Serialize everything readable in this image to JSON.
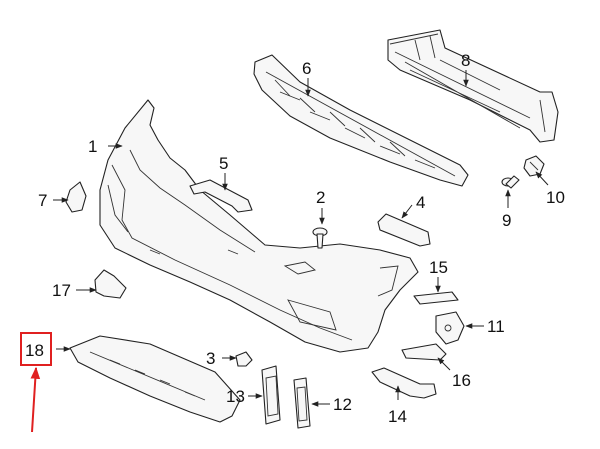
{
  "callouts": [
    {
      "id": "1",
      "label": "1"
    },
    {
      "id": "2",
      "label": "2"
    },
    {
      "id": "3",
      "label": "3"
    },
    {
      "id": "4",
      "label": "4"
    },
    {
      "id": "5",
      "label": "5"
    },
    {
      "id": "6",
      "label": "6"
    },
    {
      "id": "7",
      "label": "7"
    },
    {
      "id": "8",
      "label": "8"
    },
    {
      "id": "9",
      "label": "9"
    },
    {
      "id": "10",
      "label": "10"
    },
    {
      "id": "11",
      "label": "11"
    },
    {
      "id": "12",
      "label": "12"
    },
    {
      "id": "13",
      "label": "13"
    },
    {
      "id": "14",
      "label": "14"
    },
    {
      "id": "15",
      "label": "15"
    },
    {
      "id": "16",
      "label": "16"
    },
    {
      "id": "17",
      "label": "17"
    },
    {
      "id": "18",
      "label": "18"
    }
  ],
  "highlight": {
    "callout": "18",
    "color": "#e02020"
  }
}
